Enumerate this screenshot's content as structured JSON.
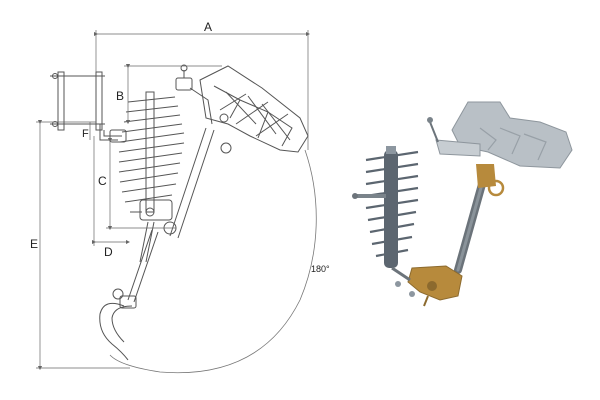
{
  "labels": {
    "A": "A",
    "B": "B",
    "C": "C",
    "D": "D",
    "E": "E",
    "F": "F",
    "swing_angle": "180°"
  },
  "colors": {
    "line": "#555555",
    "dim": "#666666",
    "insulator": "#5c6670",
    "insulator_light": "#8d97a0",
    "housing": "#b9c0c6",
    "bracket": "#c7cdd2",
    "brass": "#b78a3c"
  }
}
